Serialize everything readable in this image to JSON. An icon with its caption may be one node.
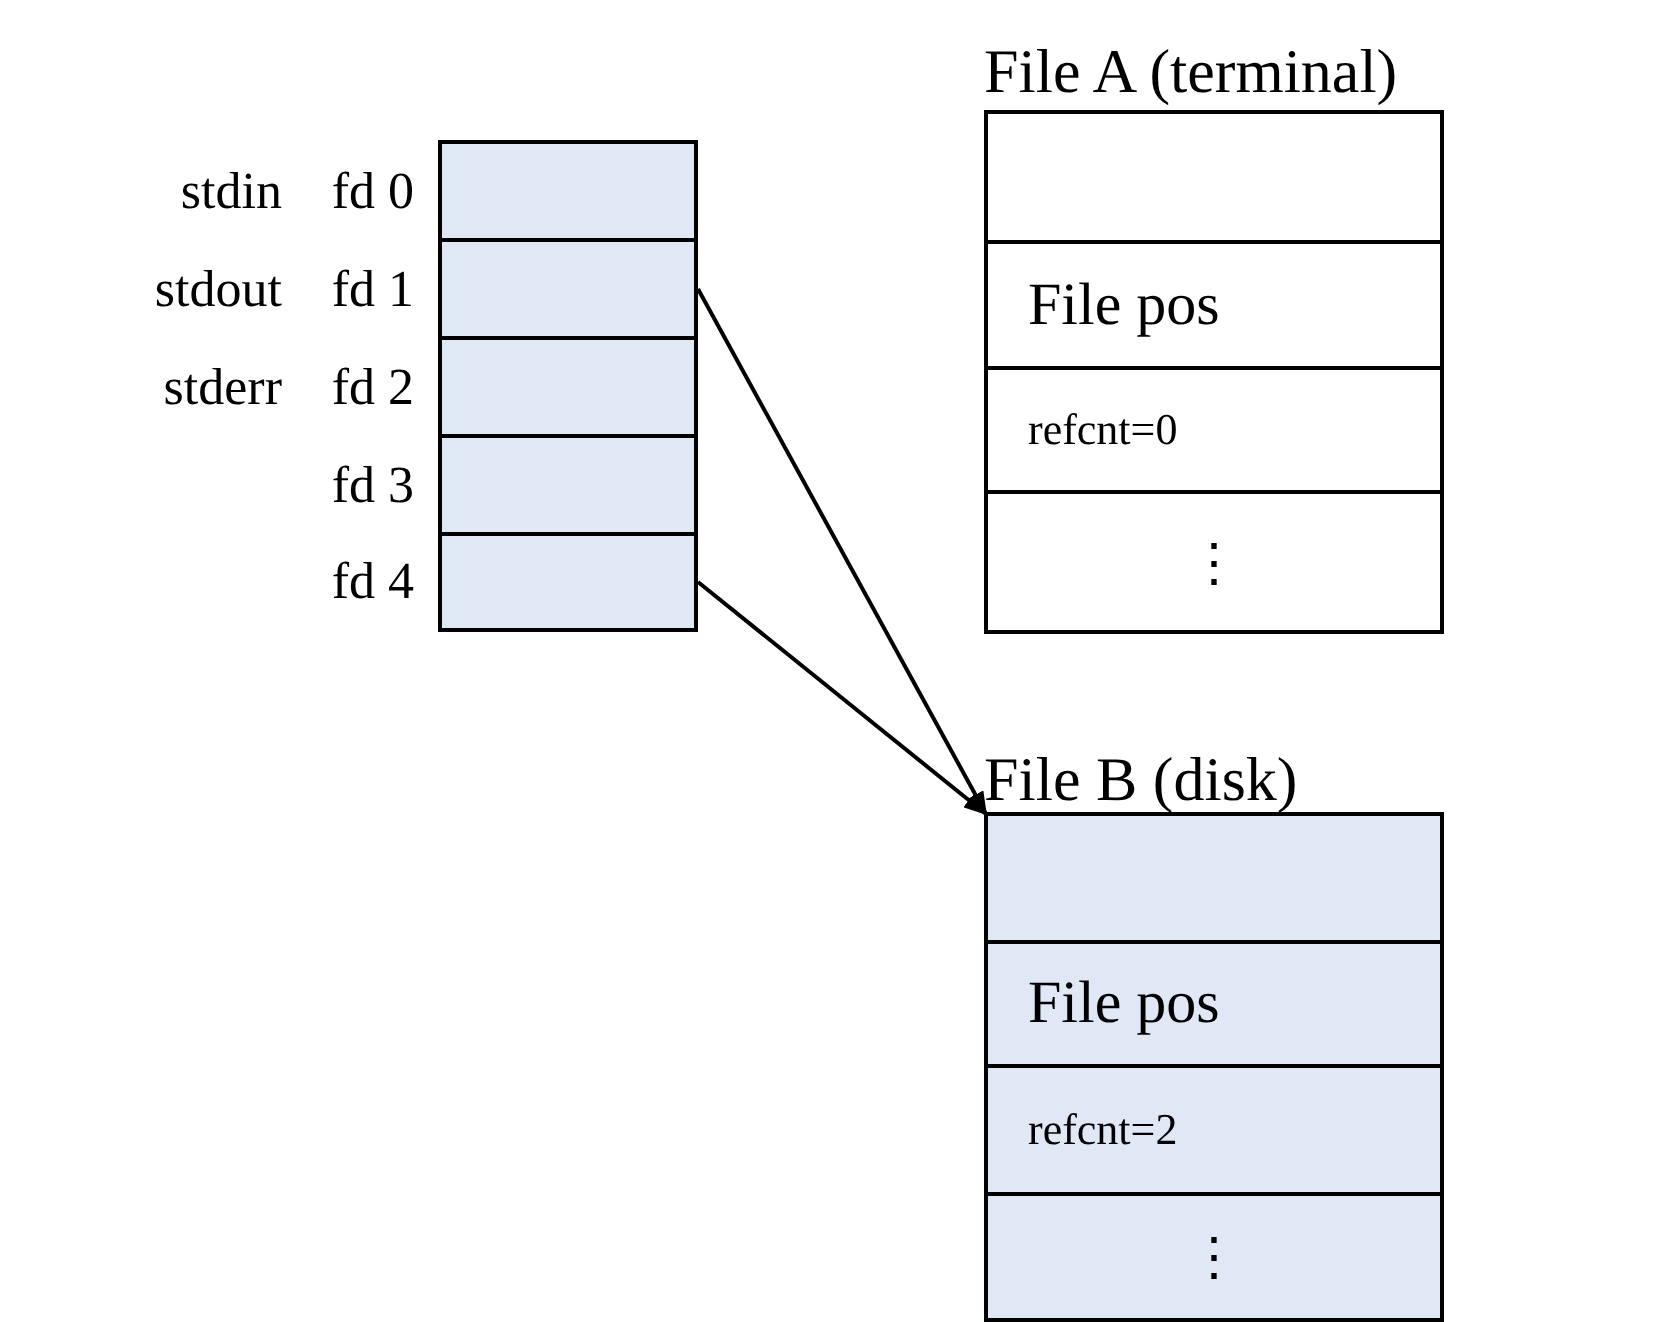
{
  "diagram": {
    "nodes": [
      {
        "text": [],
        "shape": "box",
        "beside": [
          "stdin",
          "fd 0"
        ]
      },
      {
        "text": [],
        "shape": "box",
        "beside": [
          "stdout",
          "fd 1"
        ]
      },
      {
        "text": [],
        "shape": "box",
        "beside": [
          "stderr",
          "fd 2"
        ]
      },
      {
        "text": [],
        "shape": "box",
        "beside": [
          "fd 3"
        ]
      },
      {
        "text": [],
        "shape": "box",
        "beside": [
          "fd 4"
        ]
      },
      {
        "text": [
          "File A (terminal)"
        ]
      },
      {
        "text": [],
        "shape": "box",
        "in": 5
      },
      {
        "text": [
          "File pos"
        ],
        "in": 5
      },
      {
        "text": [
          "refcnt=0"
        ],
        "in": 5
      },
      {
        "text": [
          "⋮"
        ],
        "in": 5
      },
      {
        "text": [
          "File B (disk)"
        ]
      },
      {
        "text": [],
        "shape": "box",
        "in": 10
      },
      {
        "text": [
          "File pos"
        ],
        "in": 10
      },
      {
        "text": [
          "refcnt=2"
        ],
        "in": 10
      },
      {
        "text": [
          "⋮"
        ],
        "in": 10
      }
    ],
    "edges": [
      {
        "from": 1,
        "to": 10,
        "arrow": "to"
      },
      {
        "from": 4,
        "to": 10,
        "arrow": "to"
      }
    ]
  }
}
